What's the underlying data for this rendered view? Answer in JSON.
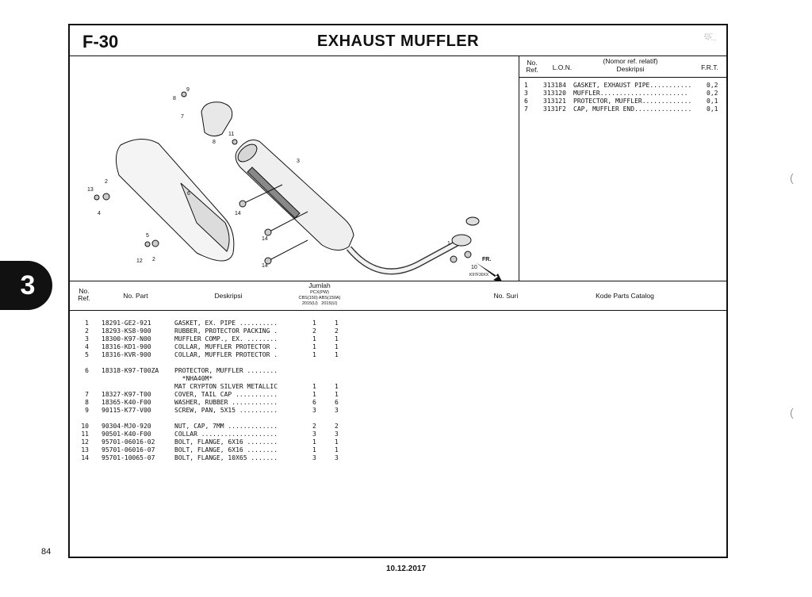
{
  "page": {
    "figure_code": "F-30",
    "figure_title": "EXHAUST MUFFLER",
    "section_number": "3",
    "page_number": "84",
    "date": "10.12.2017",
    "signature": "ক্ষ.."
  },
  "right_panel": {
    "headers": {
      "no_ref": "No.\nRef.",
      "lon": "L.O.N.",
      "desc_top": "(Nomor ref. relatif)",
      "desc": "Deskripsi",
      "frt": "F.R.T."
    },
    "rows": [
      {
        "no": "1",
        "lon": "313184",
        "desc": "GASKET, EXHAUST PIPE...........",
        "frt": "0,2"
      },
      {
        "no": "3",
        "lon": "313120",
        "desc": "MUFFLER.......................",
        "frt": "0,2"
      },
      {
        "no": "6",
        "lon": "313121",
        "desc": "PROTECTOR, MUFFLER.............",
        "frt": "0,1"
      },
      {
        "no": "7",
        "lon": "3131F2",
        "desc": "CAP, MUFFLER END...............",
        "frt": "0,1"
      }
    ]
  },
  "parts_table": {
    "headers": {
      "no_ref": "No.\nRef.",
      "no_part": "No. Part",
      "desc": "Deskripsi",
      "jumlah": "Jumlah",
      "sub1": "PCX(PW)",
      "sub2": "CBS(150) ABS(150A)",
      "sub3": "2015(U)   2015(U)",
      "no_suri": "No. Suri",
      "kode": "Kode Parts Catalog"
    },
    "rows": [
      {
        "ref": "1",
        "part": "18291-GE2-921",
        "desc": "GASKET, EX. PIPE ..........",
        "q1": "1",
        "q2": "1"
      },
      {
        "ref": "2",
        "part": "18293-KS8-900",
        "desc": "RUBBER, PROTECTOR PACKING .",
        "q1": "2",
        "q2": "2"
      },
      {
        "ref": "3",
        "part": "18300-K97-N00",
        "desc": "MUFFLER COMP., EX. ........",
        "q1": "1",
        "q2": "1"
      },
      {
        "ref": "4",
        "part": "18316-KD1-900",
        "desc": "COLLAR, MUFFLER PROTECTOR .",
        "q1": "1",
        "q2": "1"
      },
      {
        "ref": "5",
        "part": "18316-KVR-900",
        "desc": "COLLAR, MUFFLER PROTECTOR .",
        "q1": "1",
        "q2": "1"
      },
      {
        "ref": "6",
        "part": "18318-K97-T00ZA",
        "desc": "PROTECTOR, MUFFLER ........",
        "q1": "",
        "q2": ""
      },
      {
        "ref": "",
        "part": "",
        "desc": "  *NHA40M*",
        "q1": "",
        "q2": ""
      },
      {
        "ref": "",
        "part": "",
        "desc": "MAT CRYPTON SILVER METALLIC",
        "q1": "1",
        "q2": "1"
      },
      {
        "ref": "7",
        "part": "18327-K97-T00",
        "desc": "COVER, TAIL CAP ...........",
        "q1": "1",
        "q2": "1"
      },
      {
        "ref": "8",
        "part": "18365-K40-F00",
        "desc": "WASHER, RUBBER ............",
        "q1": "6",
        "q2": "6"
      },
      {
        "ref": "9",
        "part": "90115-K77-V00",
        "desc": "SCREW, PAN, 5X15 ..........",
        "q1": "3",
        "q2": "3"
      },
      {
        "ref": "10",
        "part": "90304-MJ0-920",
        "desc": "NUT, CAP, 7MM .............",
        "q1": "2",
        "q2": "2"
      },
      {
        "ref": "11",
        "part": "90501-K40-F00",
        "desc": "COLLAR ....................",
        "q1": "3",
        "q2": "3"
      },
      {
        "ref": "12",
        "part": "95701-06016-02",
        "desc": "BOLT, FLANGE, 6X16 ........",
        "q1": "1",
        "q2": "1"
      },
      {
        "ref": "13",
        "part": "95701-06016-07",
        "desc": "BOLT, FLANGE, 6X16 ........",
        "q1": "1",
        "q2": "1"
      },
      {
        "ref": "14",
        "part": "95701-10065-07",
        "desc": "BOLT, FLANGE, 10X65 .......",
        "q1": "3",
        "q2": "3"
      }
    ]
  },
  "diagram": {
    "callouts": [
      "9",
      "8",
      "7",
      "11",
      "8",
      "3",
      "2",
      "13",
      "4",
      "6",
      "14",
      "14",
      "5",
      "12",
      "2",
      "14",
      "1",
      "10",
      "10"
    ],
    "direction_label": "FR.",
    "drawing_code": "K97F30XX"
  }
}
